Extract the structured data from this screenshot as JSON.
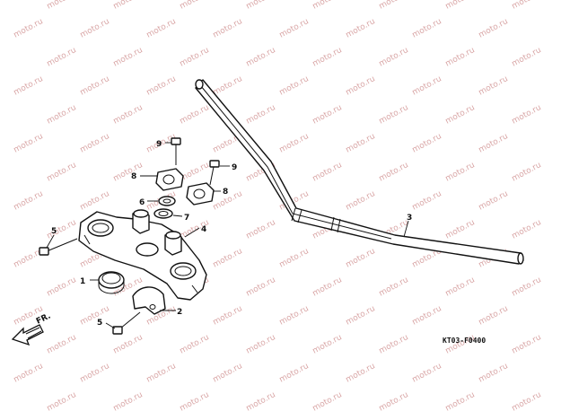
{
  "watermark": "moto.ru",
  "diagram_code": "KT03-F0400",
  "direction_label": "FR.",
  "callouts": {
    "c1": "1",
    "c2": "2",
    "c3": "3",
    "c4": "4",
    "c5a": "5",
    "c5b": "5",
    "c6": "6",
    "c7": "7",
    "c8a": "8",
    "c8b": "8",
    "c9a": "9",
    "c9b": "9"
  },
  "colors": {
    "line": "#111111",
    "watermark": "#d9a6a6",
    "background": "#ffffff"
  }
}
